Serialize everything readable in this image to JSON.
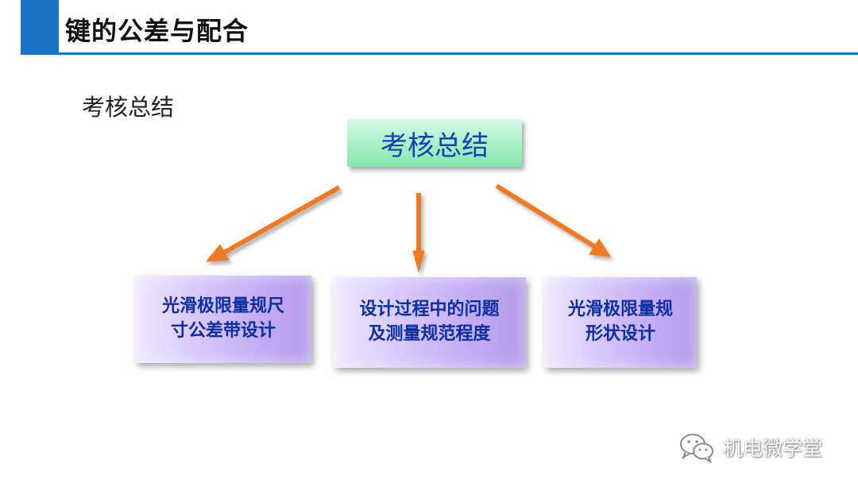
{
  "header": {
    "title": "键的公差与配合"
  },
  "section": {
    "label": "考核总结"
  },
  "diagram": {
    "center_box": "考核总结",
    "topics": [
      {
        "lines": [
          "光滑极限量规尺",
          "寸公差带设计"
        ]
      },
      {
        "lines": [
          "设计过程中的问题",
          "及测量规范程度"
        ]
      },
      {
        "lines": [
          "光滑极限量规",
          "形状设计"
        ]
      }
    ],
    "colors": {
      "accent": "#1a73c6",
      "center_fill": "#a6f0c4",
      "center_text": "#1340b8",
      "topic_fill": "#c4adf5",
      "topic_text": "#0b2ea0",
      "arrow": "#f07a20"
    }
  },
  "watermark": {
    "icon": "wechat-icon",
    "text": "机电微学堂"
  }
}
